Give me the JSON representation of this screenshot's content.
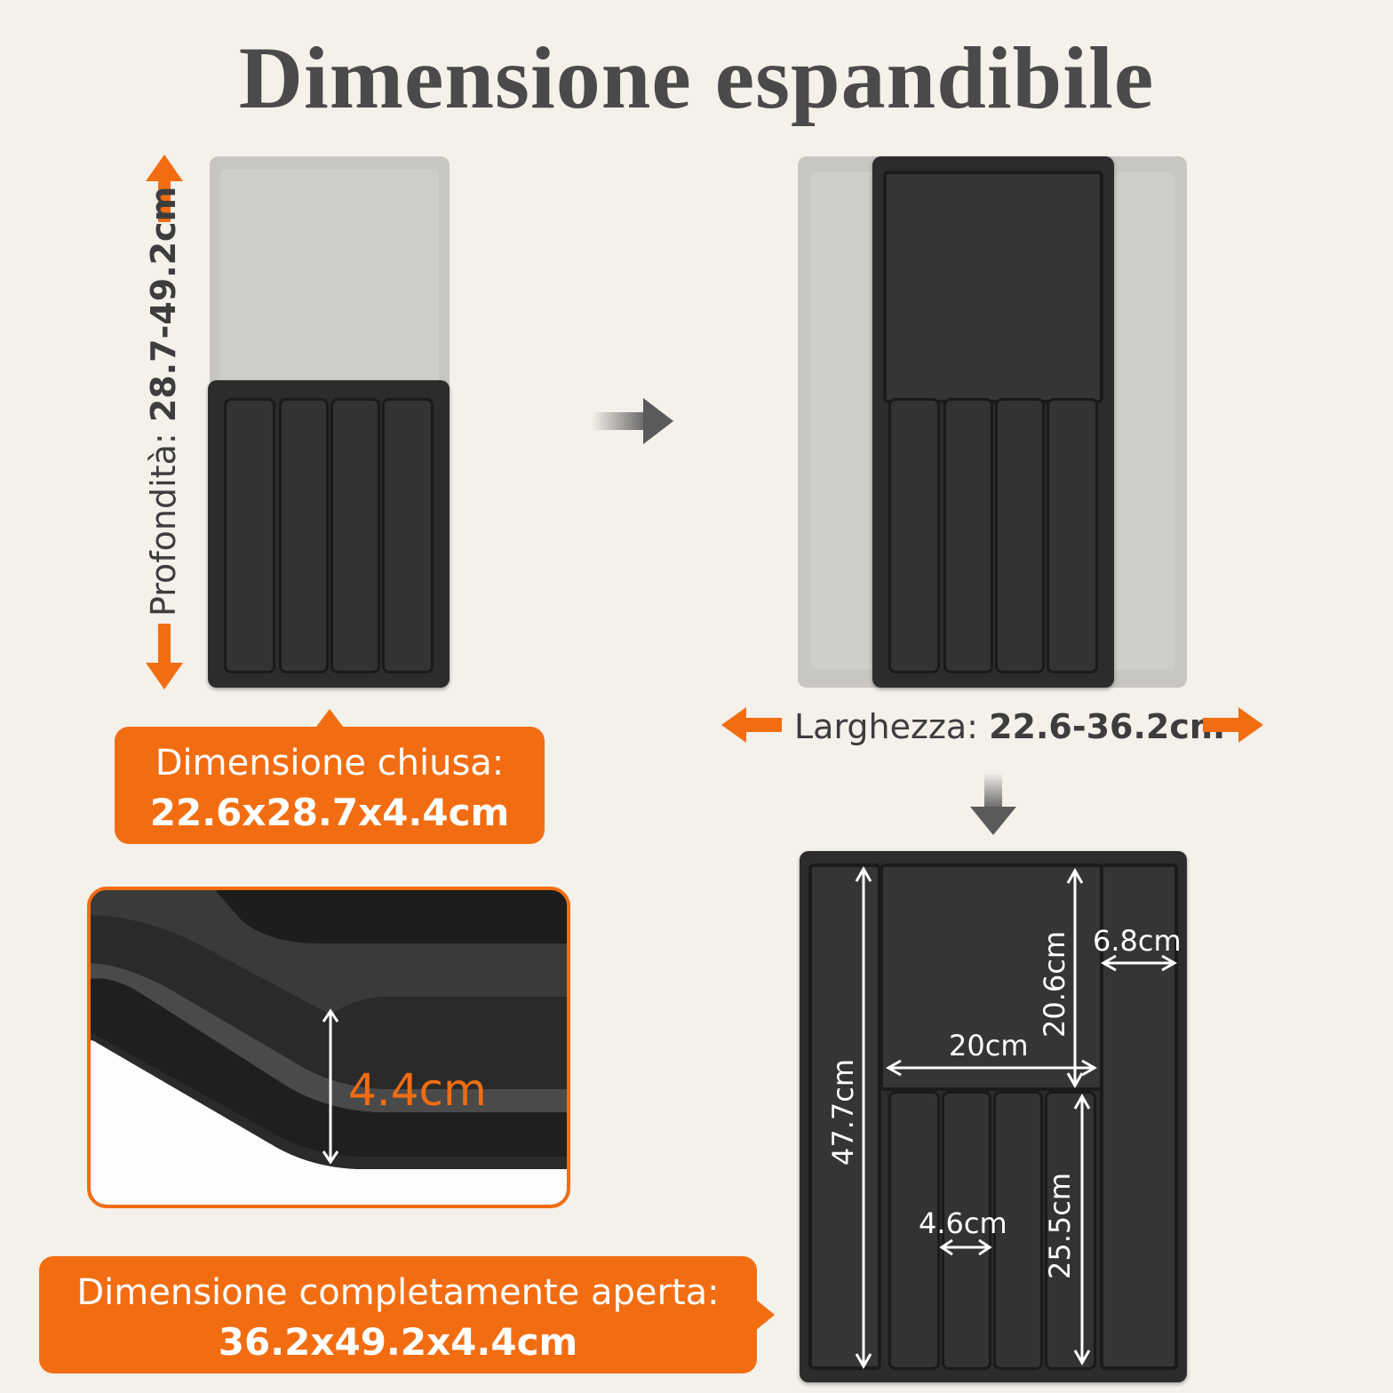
{
  "title": "Dimensione espandibile",
  "depth": {
    "label": "Profondità:",
    "value": "28.7-49.2cm"
  },
  "width": {
    "label": "Larghezza:",
    "value": "22.6-36.2cm"
  },
  "closed": {
    "line1": "Dimensione chiusa:",
    "line2": "22.6x28.7x4.4cm"
  },
  "open": {
    "line1": "Dimensione completamente aperta:",
    "line2": "36.2x49.2x4.4cm"
  },
  "height": {
    "value": "4.4cm"
  },
  "measures": {
    "total_depth": "47.7cm",
    "top_depth": "20.6cm",
    "side_width": "6.8cm",
    "top_width": "20cm",
    "slot_width": "4.6cm",
    "slot_depth": "25.5cm"
  },
  "colors": {
    "accent": "#f26d12",
    "tray": "#2c2c2c",
    "background": "#f4f0ea"
  },
  "icons": [
    "arrow-up-icon",
    "arrow-down-icon",
    "arrow-left-icon",
    "arrow-right-icon",
    "gray-arrow-right-icon",
    "gray-arrow-down-icon"
  ]
}
